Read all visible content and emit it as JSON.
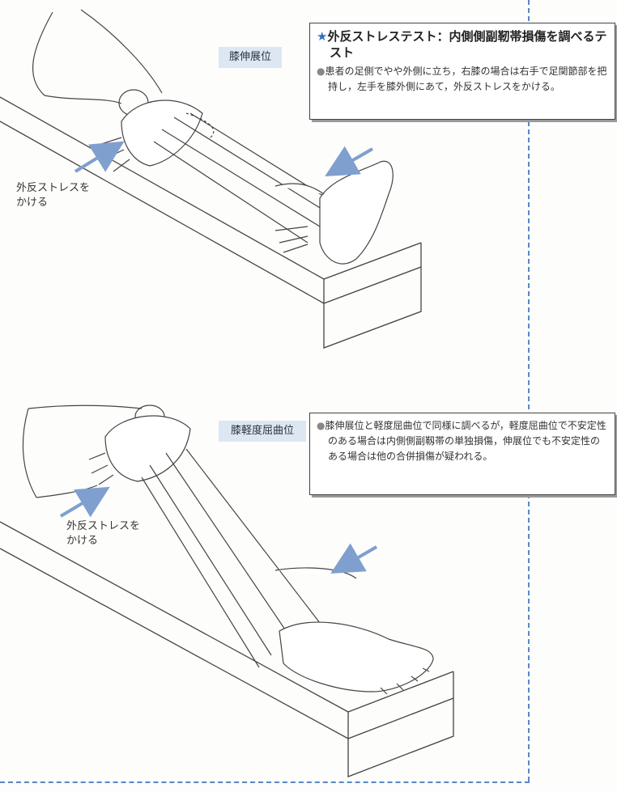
{
  "top_figure": {
    "position_label": "膝伸展位",
    "arrow_label_line1": "外反ストレスを",
    "arrow_label_line2": "かける",
    "box": {
      "star": "★",
      "title": "外反ストレステスト：内側側副靭帯損傷を調べるテスト",
      "bullet": "●",
      "text": "患者の足側でやや外側に立ち，右膝の場合は右手で足関節部を把持し，左手を膝外側にあて，外反ストレスをかける。"
    }
  },
  "bottom_figure": {
    "position_label": "膝軽度屈曲位",
    "arrow_label_line1": "外反ストレスを",
    "arrow_label_line2": "かける",
    "box": {
      "bullet": "●",
      "text": "膝伸展位と軽度屈曲位で同様に調べるが，軽度屈曲位で不安定性のある場合は内側側副靱帯の単独損傷，伸展位でも不安定性のある場合は他の合併損傷が疑われる。"
    }
  },
  "colors": {
    "accent": "#2e6fc6",
    "label_bg": "#dde7f3",
    "arrow": "#7f9fcf",
    "border_dashed": "#5a87c5"
  }
}
